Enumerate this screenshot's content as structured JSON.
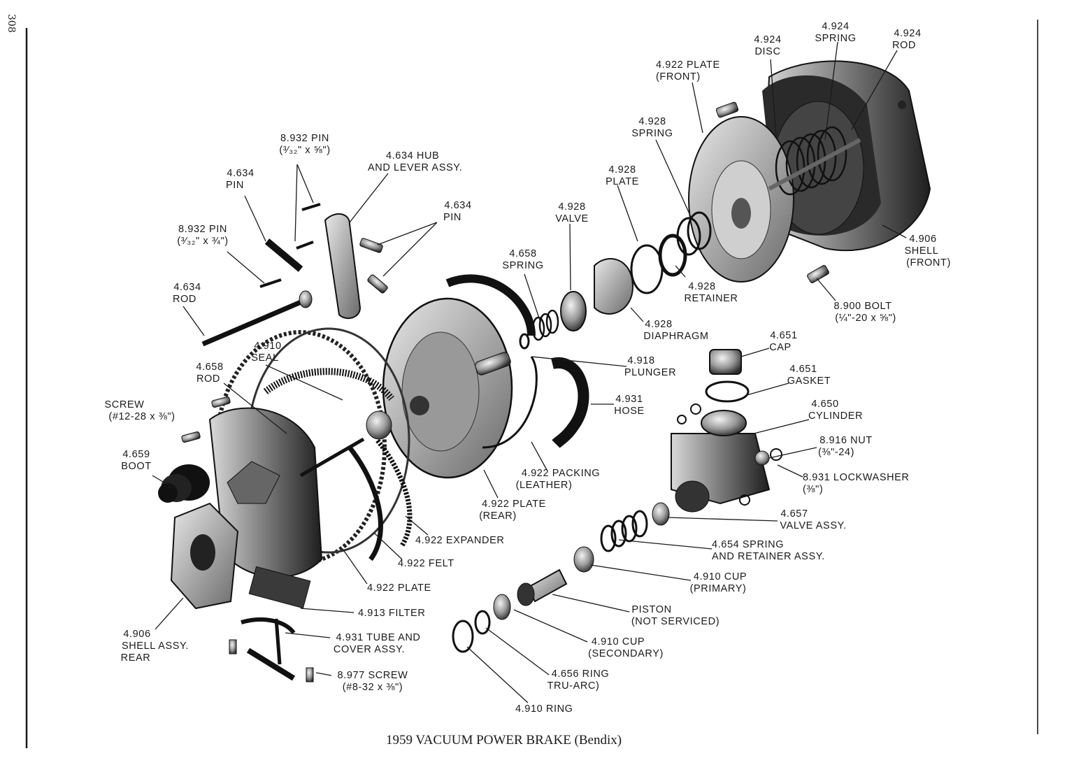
{
  "page_number": "308",
  "caption": "1959 VACUUM POWER BRAKE (Bendix)",
  "labels": [
    {
      "id": "disc-4924",
      "lines": [
        "4.924",
        "DISC"
      ]
    },
    {
      "id": "spring-4924",
      "lines": [
        "4.924",
        "SPRING"
      ]
    },
    {
      "id": "rod-4924",
      "lines": [
        "4.924",
        "ROD"
      ]
    },
    {
      "id": "plate-front-4922",
      "lines": [
        "4.922 PLATE",
        "(FRONT)"
      ]
    },
    {
      "id": "spring-4928",
      "lines": [
        "4.928",
        "SPRING"
      ]
    },
    {
      "id": "plate-4928",
      "lines": [
        "4.928",
        "PLATE"
      ]
    },
    {
      "id": "valve-4928",
      "lines": [
        "4.928",
        "VALVE"
      ]
    },
    {
      "id": "pin-8932-a",
      "lines": [
        "8.932 PIN",
        "(³⁄₃₂\" x ⅝\")"
      ]
    },
    {
      "id": "hub-lever-4634",
      "lines": [
        "4.634 HUB",
        "AND LEVER ASSY."
      ]
    },
    {
      "id": "pin-4634-a",
      "lines": [
        "4.634",
        "PIN"
      ]
    },
    {
      "id": "pin-4634-b",
      "lines": [
        "4.634",
        "PIN"
      ]
    },
    {
      "id": "pin-8932-b",
      "lines": [
        "8.932 PIN",
        "(³⁄₃₂\" x ¾\")"
      ]
    },
    {
      "id": "spring-4658",
      "lines": [
        "4.658",
        "SPRING"
      ]
    },
    {
      "id": "rod-4634",
      "lines": [
        "4.634",
        "ROD"
      ]
    },
    {
      "id": "retainer-4928",
      "lines": [
        "4.928",
        "RETAINER"
      ]
    },
    {
      "id": "shell-front-4906",
      "lines": [
        "4.906",
        "SHELL",
        "(FRONT)"
      ]
    },
    {
      "id": "bolt-8900",
      "lines": [
        "8.900 BOLT",
        "(¼\"-20 x ⅝\")"
      ]
    },
    {
      "id": "diaphragm-4928",
      "lines": [
        "4.928",
        "DIAPHRAGM"
      ]
    },
    {
      "id": "cap-4651",
      "lines": [
        "4.651",
        "CAP"
      ]
    },
    {
      "id": "seal-4910",
      "lines": [
        "4.910",
        "SEAL"
      ]
    },
    {
      "id": "plunger-4918",
      "lines": [
        "4.918",
        "PLUNGER"
      ]
    },
    {
      "id": "rod-4658",
      "lines": [
        "4.658",
        "ROD"
      ]
    },
    {
      "id": "gasket-4651",
      "lines": [
        "4.651",
        "GASKET"
      ]
    },
    {
      "id": "hose-4931",
      "lines": [
        "4.931",
        "HOSE"
      ]
    },
    {
      "id": "screw-12-28",
      "lines": [
        "SCREW",
        "(#12-28 x ⅜\")"
      ]
    },
    {
      "id": "cylinder-4650",
      "lines": [
        "4.650",
        "CYLINDER"
      ]
    },
    {
      "id": "nut-8916",
      "lines": [
        "8.916 NUT",
        "(⅜\"-24)"
      ]
    },
    {
      "id": "boot-4659",
      "lines": [
        "4.659",
        "BOOT"
      ]
    },
    {
      "id": "packing-4922",
      "lines": [
        "4.922 PACKING",
        "(LEATHER)"
      ]
    },
    {
      "id": "lockwasher-8931",
      "lines": [
        "8.931 LOCKWASHER",
        "(⅜\")"
      ]
    },
    {
      "id": "plate-rear-4922",
      "lines": [
        "4.922 PLATE",
        "(REAR)"
      ]
    },
    {
      "id": "valve-assy-4657",
      "lines": [
        "4.657",
        "VALVE ASSY."
      ]
    },
    {
      "id": "expander-4922",
      "lines": [
        "4.922 EXPANDER"
      ]
    },
    {
      "id": "spring-retainer-4654",
      "lines": [
        "4.654 SPRING",
        "AND RETAINER ASSY."
      ]
    },
    {
      "id": "felt-4922",
      "lines": [
        "4.922 FELT"
      ]
    },
    {
      "id": "cup-primary-4910",
      "lines": [
        "4.910 CUP",
        "(PRIMARY)"
      ]
    },
    {
      "id": "plate-4922",
      "lines": [
        "4.922 PLATE"
      ]
    },
    {
      "id": "piston",
      "lines": [
        "PISTON",
        "(NOT SERVICED)"
      ]
    },
    {
      "id": "filter-4913",
      "lines": [
        "4.913 FILTER"
      ]
    },
    {
      "id": "shell-rear-4906",
      "lines": [
        "4.906",
        "SHELL ASSY.",
        "REAR"
      ]
    },
    {
      "id": "tube-cover-4931",
      "lines": [
        "4.931 TUBE AND",
        "COVER ASSY."
      ]
    },
    {
      "id": "cup-secondary-4910",
      "lines": [
        "4.910 CUP",
        "(SECONDARY)"
      ]
    },
    {
      "id": "screw-8977",
      "lines": [
        "8.977 SCREW",
        "(#8-32 x ⅜\")"
      ]
    },
    {
      "id": "ring-4656",
      "lines": [
        "4.656 RING",
        "TRU-ARC)"
      ]
    },
    {
      "id": "ring-4910",
      "lines": [
        "4.910 RING"
      ]
    }
  ]
}
